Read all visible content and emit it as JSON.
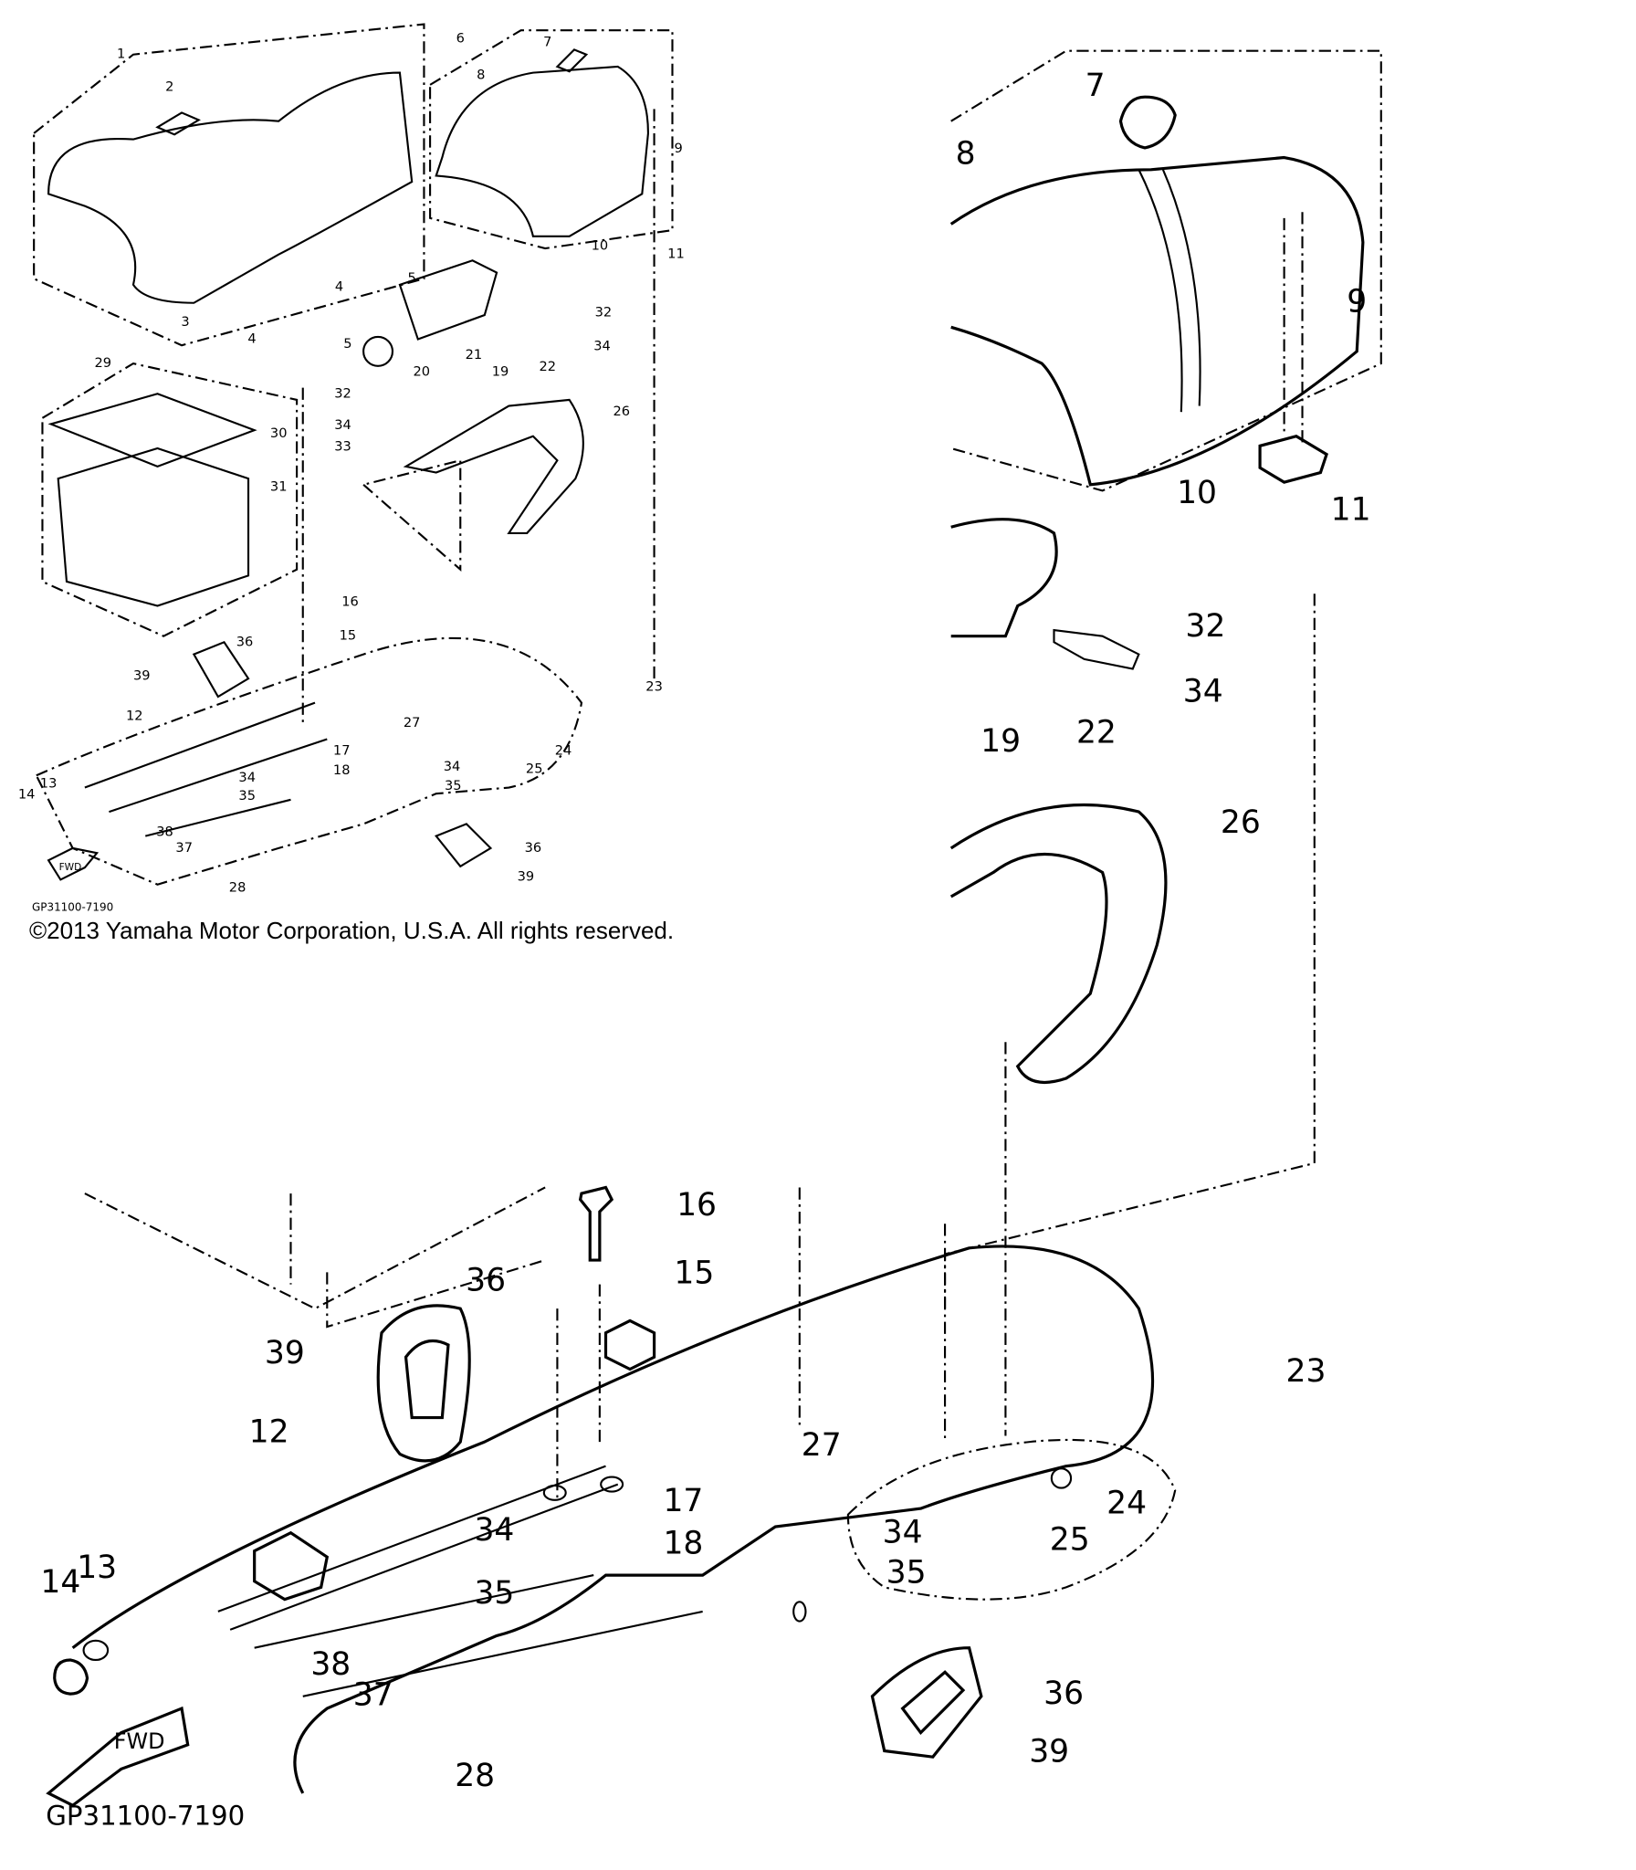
{
  "copyright": "©2013 Yamaha Motor Corporation, U.S.A. All rights reserved.",
  "small_diagram": {
    "drawing_code": "GP31100-7190",
    "fwd_label": "FWD",
    "callouts": [
      "1",
      "2",
      "6",
      "7",
      "8",
      "9",
      "10",
      "11",
      "4",
      "5",
      "3",
      "4",
      "5",
      "32",
      "34",
      "22",
      "20",
      "21",
      "19",
      "29",
      "32",
      "30",
      "34",
      "33",
      "31",
      "26",
      "16",
      "15",
      "36",
      "39",
      "23",
      "12",
      "27",
      "13",
      "14",
      "34",
      "17",
      "18",
      "35",
      "34",
      "25",
      "24",
      "35",
      "38",
      "37",
      "28",
      "36",
      "39"
    ]
  },
  "large_diagram": {
    "drawing_code": "GP31100-7190",
    "fwd_label": "FWD",
    "callouts": [
      "7",
      "8",
      "9",
      "10",
      "11",
      "32",
      "34",
      "22",
      "19",
      "26",
      "16",
      "15",
      "36",
      "39",
      "23",
      "12",
      "27",
      "13",
      "14",
      "17",
      "18",
      "34",
      "35",
      "34",
      "25",
      "24",
      "35",
      "38",
      "37",
      "28",
      "36",
      "39"
    ]
  }
}
